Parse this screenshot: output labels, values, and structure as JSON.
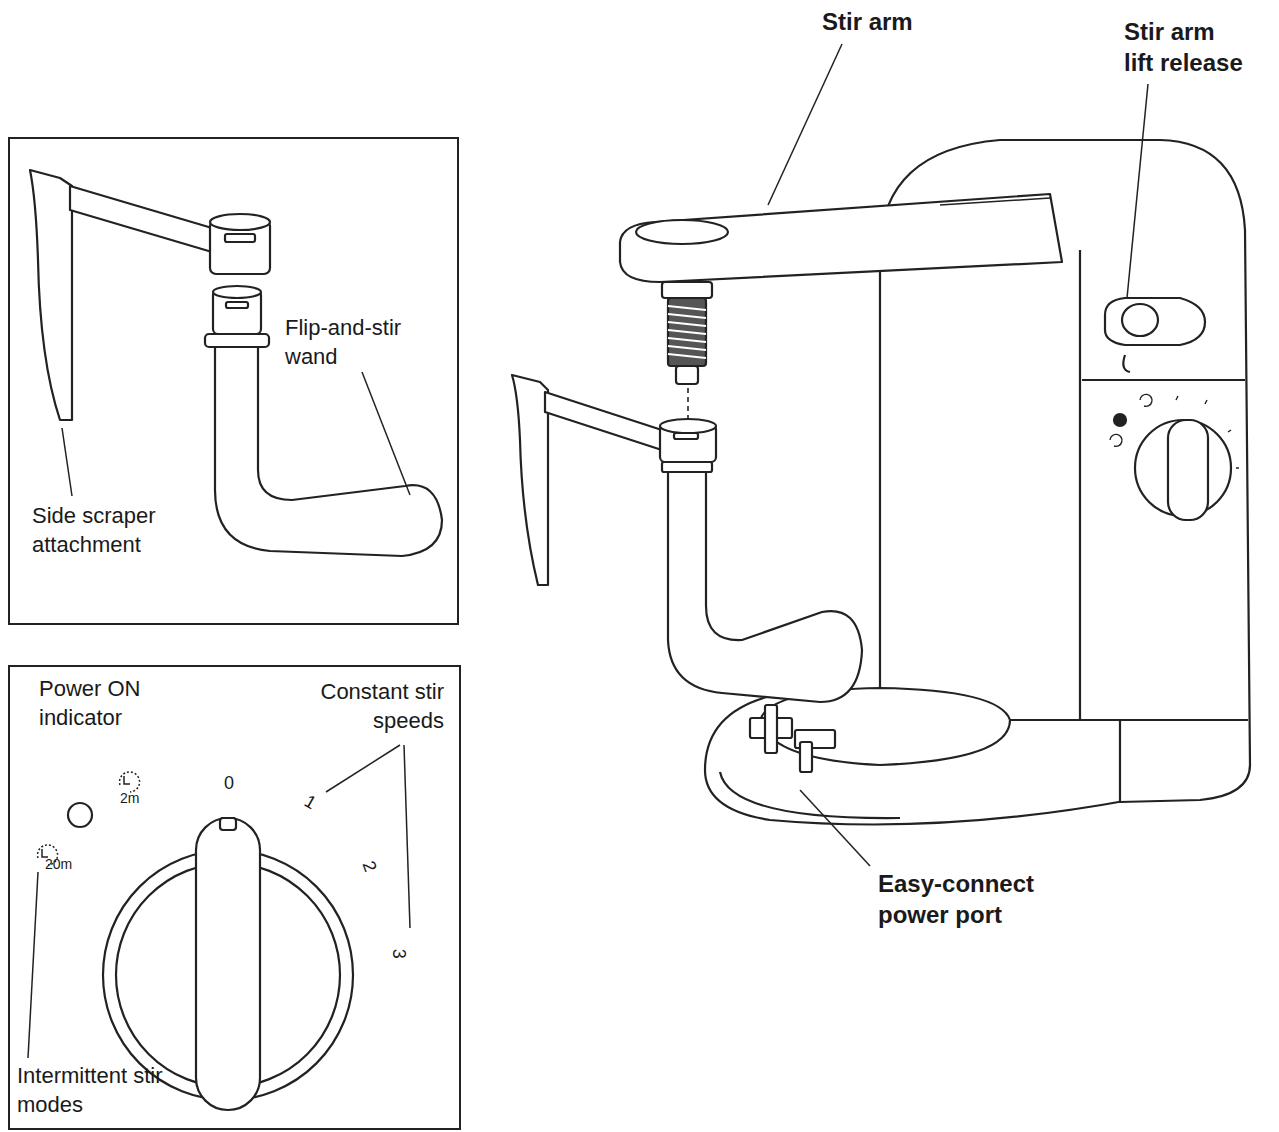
{
  "diagram": {
    "nodes": [
      {
        "text": [
          "Flip-and-stir wand",
          "Side scraper attachment"
        ]
      },
      {
        "text": [
          "Power ON indicator",
          "Constant stir speeds",
          "Intermittent stir modes",
          "2m",
          "20m",
          "0",
          "1",
          "2",
          "3"
        ]
      }
    ],
    "labels": [
      "Stir arm",
      "Stir arm lift release",
      "Easy-connect power port"
    ]
  }
}
